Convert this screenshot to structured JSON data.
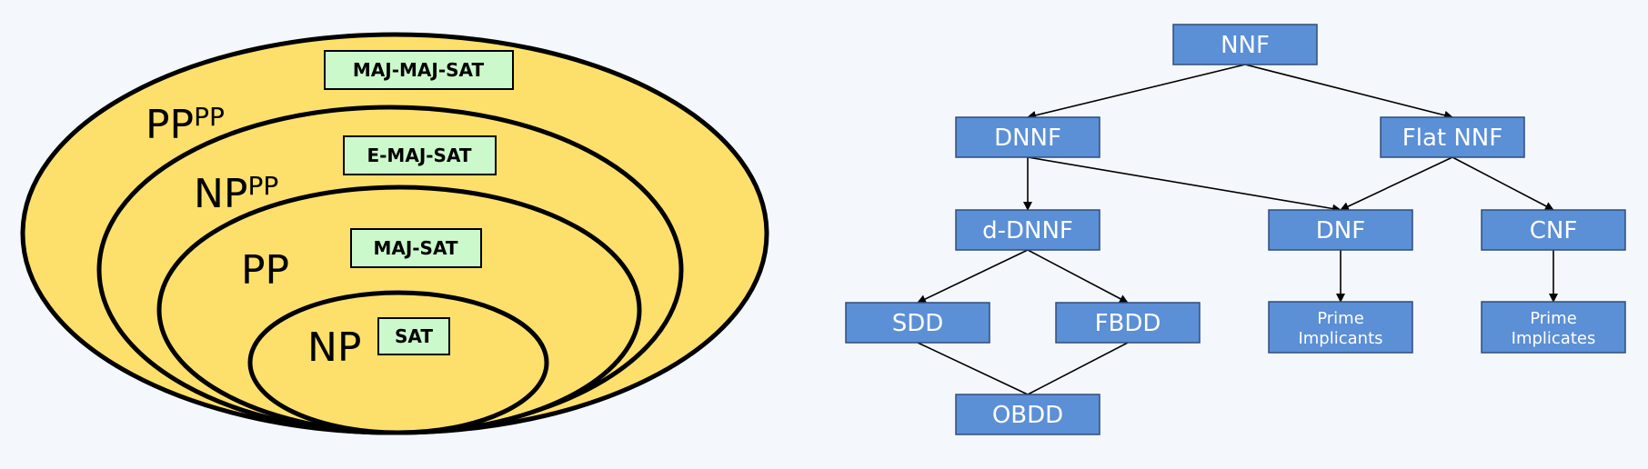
{
  "complexity": {
    "classes": [
      {
        "base": "PP",
        "sup": "PP",
        "problem": "MAJ-MAJ-SAT"
      },
      {
        "base": "NP",
        "sup": "PP",
        "problem": "E-MAJ-SAT"
      },
      {
        "base": "PP",
        "sup": "",
        "problem": "MAJ-SAT"
      },
      {
        "base": "NP",
        "sup": "",
        "problem": "SAT"
      }
    ],
    "colors": {
      "ellipse_fill": "#fde06b",
      "problem_box_fill": "#ccf9cc",
      "stroke": "#000000"
    }
  },
  "hierarchy": {
    "node_color": "#5b8fd6",
    "nodes": [
      {
        "id": "nnf",
        "label": "NNF"
      },
      {
        "id": "dnnf",
        "label": "DNNF"
      },
      {
        "id": "flat_nnf",
        "label": "Flat NNF"
      },
      {
        "id": "d_dnnf",
        "label": "d-DNNF"
      },
      {
        "id": "dnf",
        "label": "DNF"
      },
      {
        "id": "cnf",
        "label": "CNF"
      },
      {
        "id": "sdd",
        "label": "SDD"
      },
      {
        "id": "fbdd",
        "label": "FBDD"
      },
      {
        "id": "prime_implicants",
        "label": "Prime Implicants",
        "lines": [
          "Prime",
          "Implicants"
        ]
      },
      {
        "id": "prime_implicates",
        "label": "Prime Implicates",
        "lines": [
          "Prime",
          "Implicates"
        ]
      },
      {
        "id": "obdd",
        "label": "OBDD"
      }
    ],
    "edges": [
      {
        "from": "nnf",
        "to": "dnnf",
        "arrow": true
      },
      {
        "from": "nnf",
        "to": "flat_nnf",
        "arrow": true
      },
      {
        "from": "dnnf",
        "to": "d_dnnf",
        "arrow": true
      },
      {
        "from": "dnnf",
        "to": "dnf",
        "arrow": true
      },
      {
        "from": "flat_nnf",
        "to": "dnf",
        "arrow": true
      },
      {
        "from": "flat_nnf",
        "to": "cnf",
        "arrow": true
      },
      {
        "from": "d_dnnf",
        "to": "sdd",
        "arrow": true
      },
      {
        "from": "d_dnnf",
        "to": "fbdd",
        "arrow": true
      },
      {
        "from": "dnf",
        "to": "prime_implicants",
        "arrow": true
      },
      {
        "from": "cnf",
        "to": "prime_implicates",
        "arrow": true
      },
      {
        "from": "sdd",
        "to": "obdd",
        "arrow": false
      },
      {
        "from": "fbdd",
        "to": "obdd",
        "arrow": false
      }
    ]
  }
}
